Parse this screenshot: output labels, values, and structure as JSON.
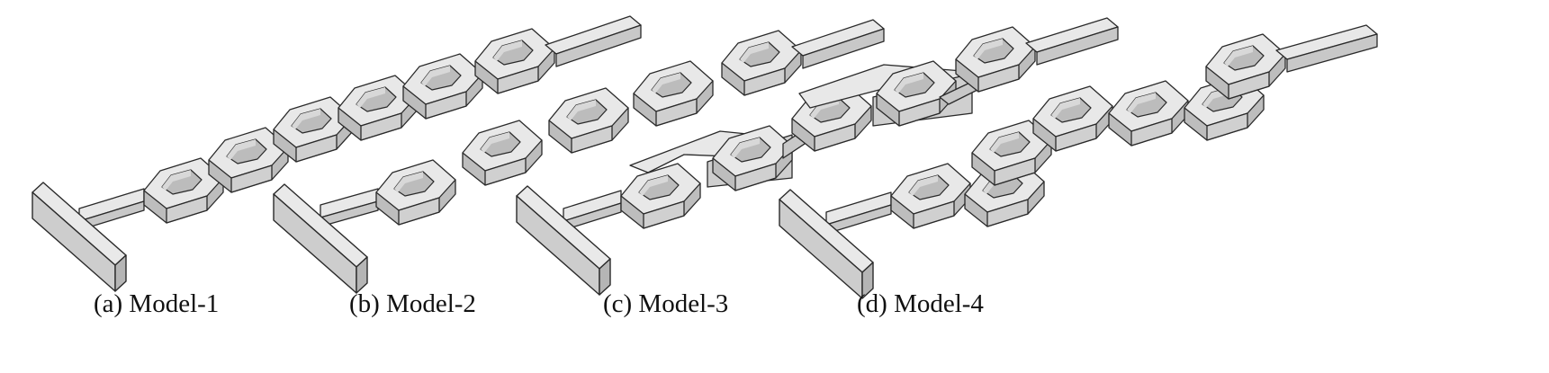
{
  "figure": {
    "captions": [
      "(a) Model-1",
      "(b) Model-2",
      "(c) Model-3",
      "(d) Model-4"
    ],
    "colors": {
      "face_top": "#e8e8e8",
      "face_side": "#d2d2d2",
      "face_front": "#bdbdbd",
      "edge": "#2a2a2a",
      "hole": "#bcbcbc"
    }
  }
}
